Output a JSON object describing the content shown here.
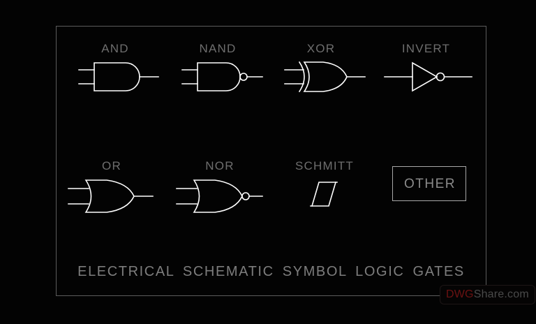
{
  "document": {
    "title": "ELECTRICAL SCHEMATIC SYMBOL LOGIC GATES",
    "background_color": "#030303",
    "line_color": "#ffffff",
    "label_color": "#6e6e6e",
    "frame_color": "#5c5c5c"
  },
  "frame": {
    "name": "drawing-border"
  },
  "gates": {
    "row1": [
      {
        "id": "and",
        "label": "AND",
        "symbol": "and-gate-symbol",
        "inputs": 2,
        "inverted_output": false
      },
      {
        "id": "nand",
        "label": "NAND",
        "symbol": "nand-gate-symbol",
        "inputs": 2,
        "inverted_output": true
      },
      {
        "id": "xor",
        "label": "XOR",
        "symbol": "xor-gate-symbol",
        "inputs": 2,
        "inverted_output": false
      },
      {
        "id": "invert",
        "label": "INVERT",
        "symbol": "inverter-gate-symbol",
        "inputs": 1,
        "inverted_output": true
      }
    ],
    "row2": [
      {
        "id": "or",
        "label": "OR",
        "symbol": "or-gate-symbol",
        "inputs": 2,
        "inverted_output": false
      },
      {
        "id": "nor",
        "label": "NOR",
        "symbol": "nor-gate-symbol",
        "inputs": 2,
        "inverted_output": true
      },
      {
        "id": "schmitt",
        "label": "SCHMITT",
        "symbol": "schmitt-hysteresis-symbol",
        "inputs": 0,
        "inverted_output": false
      },
      {
        "id": "other",
        "label": "OTHER",
        "symbol": "other-box-symbol",
        "inputs": 0,
        "inverted_output": false
      }
    ]
  },
  "caption": {
    "text": "ELECTRICAL  SCHEMATIC  SYMBOL  LOGIC  GATES"
  },
  "watermark": {
    "part1": "DWG",
    "part2": "Share",
    "part3": ".com",
    "part1_color": "#6b1212",
    "part2_color": "#4a4a4a"
  }
}
